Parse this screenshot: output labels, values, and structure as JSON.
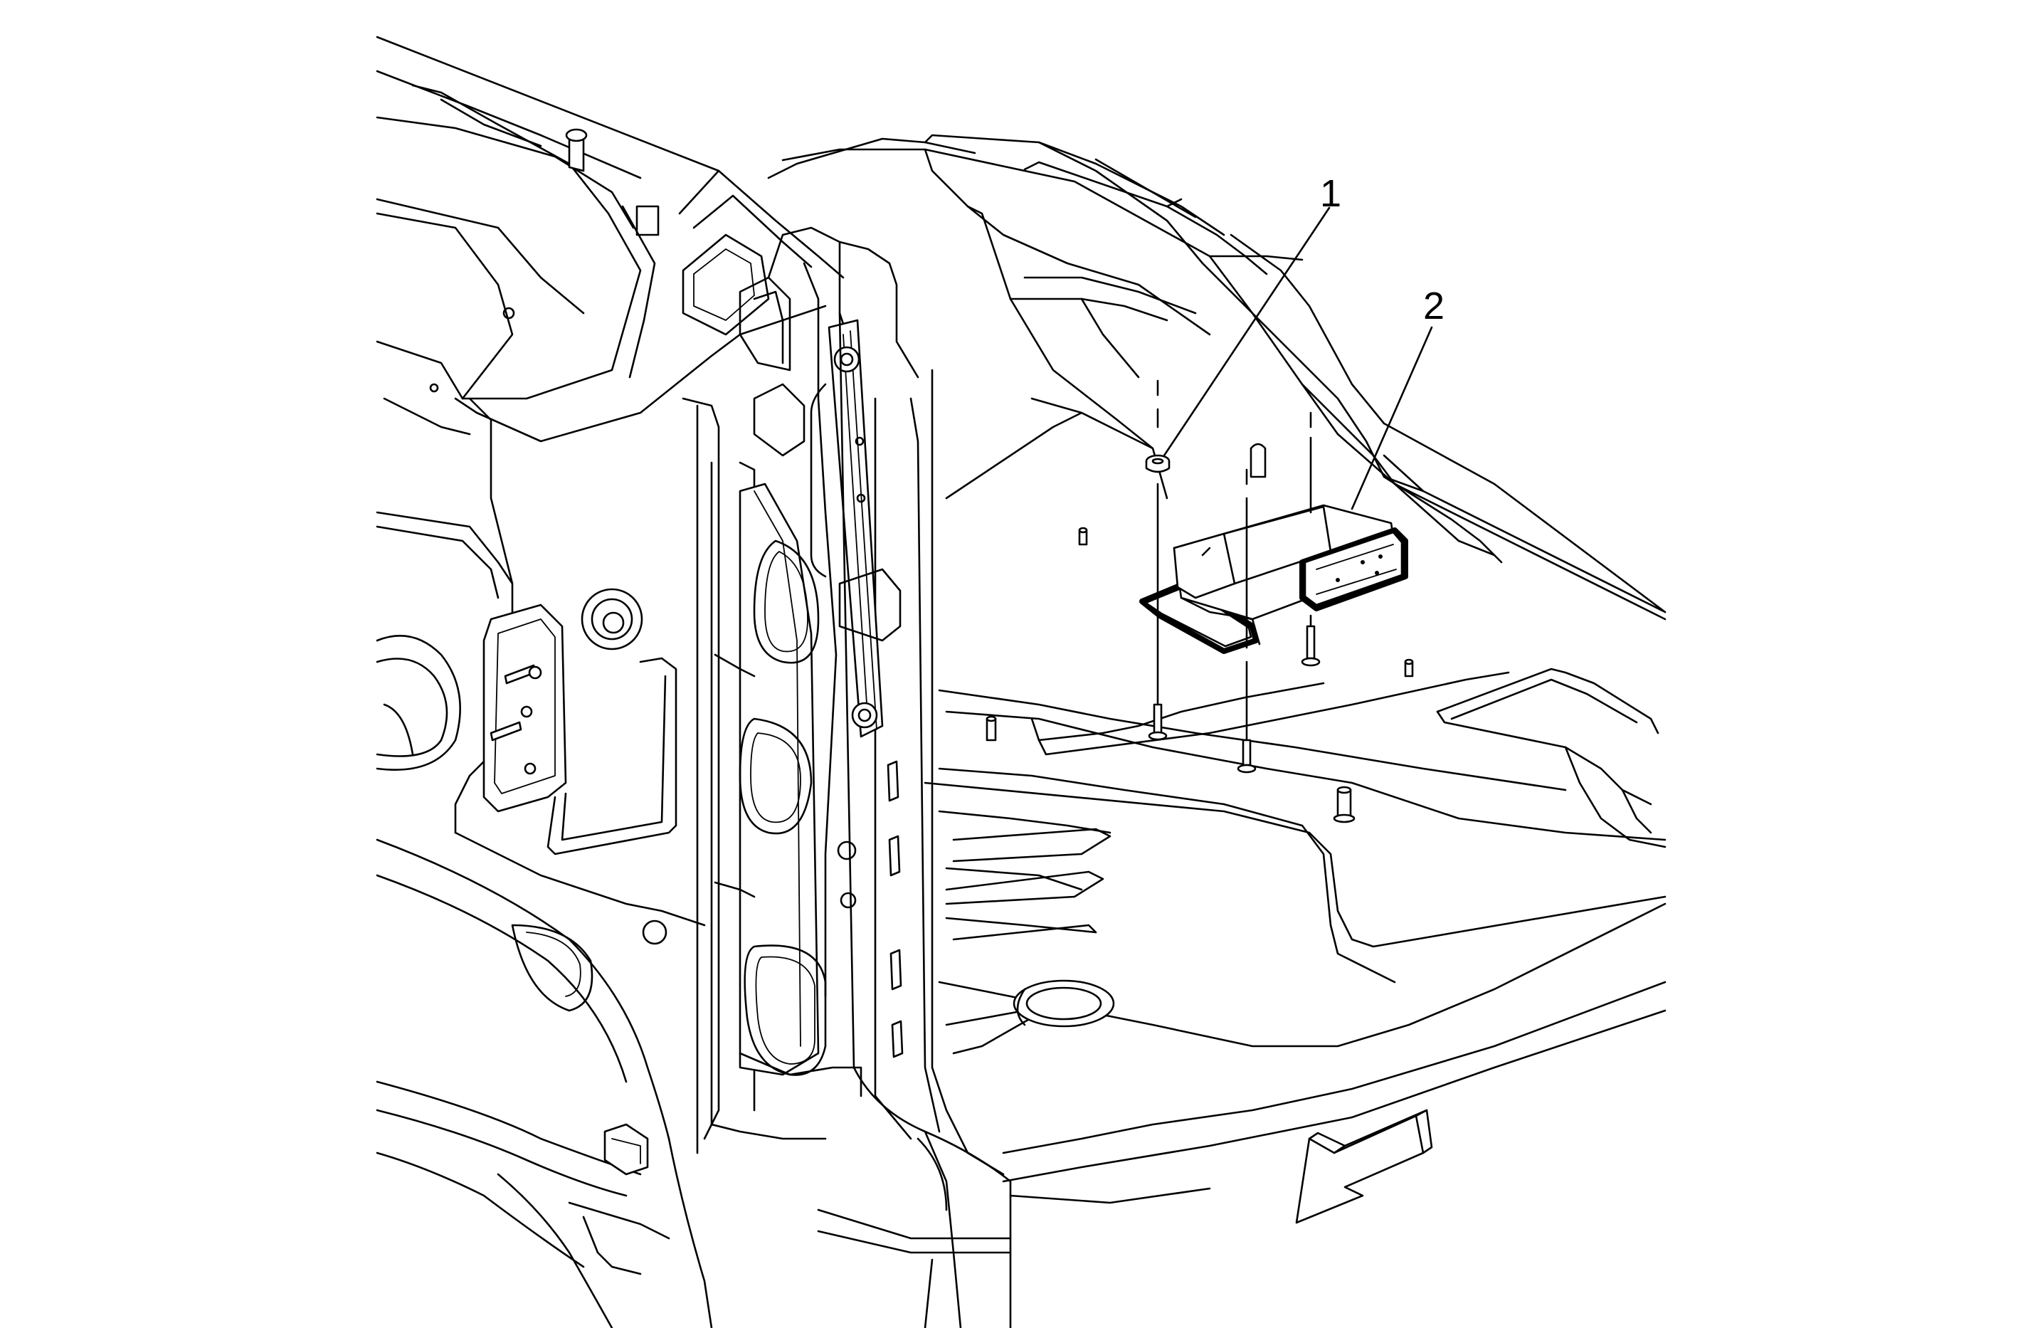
{
  "callouts": [
    {
      "id": "1",
      "label": "1"
    },
    {
      "id": "2",
      "label": "2"
    }
  ],
  "icons": {
    "direction": "front-direction-arrow-icon"
  }
}
